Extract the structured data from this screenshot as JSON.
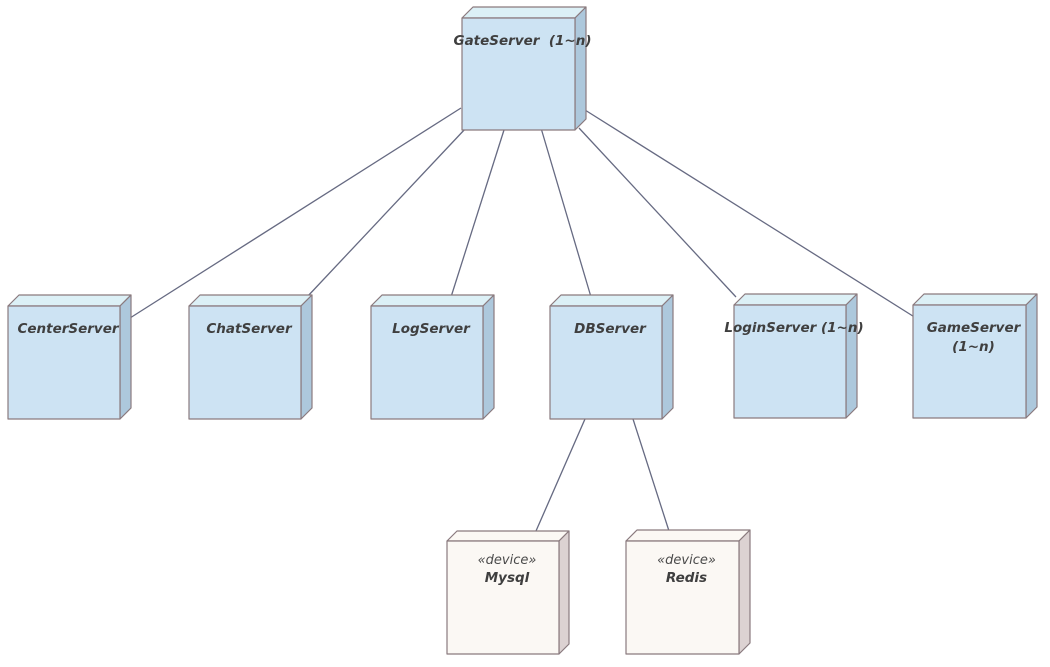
{
  "colors": {
    "server_face": "#cde3f3",
    "server_top": "#dcf0f6",
    "server_side": "#adc8dc",
    "device_face": "#fbf8f4",
    "device_top": "#fbf8f4",
    "device_side": "#dcd2d2",
    "edge": "#666a82",
    "outline": "#8a7a7e"
  },
  "nodes": [
    {
      "id": "gate",
      "kind": "server",
      "name": "GateServer  (1~n)"
    },
    {
      "id": "center",
      "kind": "server",
      "name": "CenterServer"
    },
    {
      "id": "chat",
      "kind": "server",
      "name": "ChatServer"
    },
    {
      "id": "log",
      "kind": "server",
      "name": "LogServer"
    },
    {
      "id": "db",
      "kind": "server",
      "name": "DBServer"
    },
    {
      "id": "login",
      "kind": "server",
      "name": "LoginServer (1~n)"
    },
    {
      "id": "game",
      "kind": "server",
      "name": "GameServer",
      "name2": "(1~n)"
    },
    {
      "id": "mysql",
      "kind": "device",
      "stereotype": "«device»",
      "name": "Mysql"
    },
    {
      "id": "redis",
      "kind": "device",
      "stereotype": "«device»",
      "name": "Redis"
    }
  ],
  "edges": [
    {
      "from": "gate",
      "to": "center"
    },
    {
      "from": "gate",
      "to": "chat"
    },
    {
      "from": "gate",
      "to": "log"
    },
    {
      "from": "gate",
      "to": "db"
    },
    {
      "from": "gate",
      "to": "login"
    },
    {
      "from": "gate",
      "to": "game"
    },
    {
      "from": "db",
      "to": "mysql"
    },
    {
      "from": "db",
      "to": "redis"
    }
  ]
}
